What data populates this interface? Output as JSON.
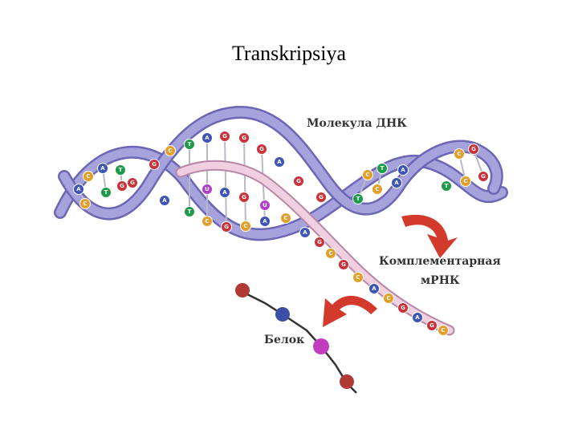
{
  "page": {
    "title": "Transkripsiya"
  },
  "diagram": {
    "labels": {
      "dna": "Молекула ДНК",
      "mrna_line1": "Комплементарная",
      "mrna_line2": "мРНК",
      "protein": "Белок"
    },
    "colors": {
      "helix": "#a6a2dc",
      "helix_edge": "#6c67b4",
      "rna_strand": "#f0cfe0",
      "rna_edge": "#b889a6",
      "arrow": "#d43a2c",
      "base_A": "#3d55b6",
      "base_T": "#1f9a4a",
      "base_G": "#c8333a",
      "base_C": "#e2a02a",
      "base_U": "#b13ec8",
      "protein_red": "#b23a36",
      "protein_blue": "#3c4fa6",
      "protein_purple": "#c23dbb"
    },
    "dna_bases_top": [
      "A",
      "C",
      "A",
      "T",
      "G",
      "G",
      "C",
      "T",
      "A",
      "G",
      "G",
      "G",
      "A",
      "G",
      "C",
      "T",
      "A",
      "C",
      "G"
    ],
    "dna_bases_inner": [
      "C",
      "T",
      "G",
      "A",
      "T",
      "C",
      "G",
      "C",
      "A",
      "G",
      "T",
      "C",
      "A",
      "T",
      "C",
      "G"
    ],
    "mrna_bases": [
      "U",
      "A",
      "G",
      "U",
      "C",
      "A",
      "G",
      "C",
      "G",
      "C",
      "A",
      "C",
      "G",
      "A",
      "G",
      "C"
    ]
  }
}
